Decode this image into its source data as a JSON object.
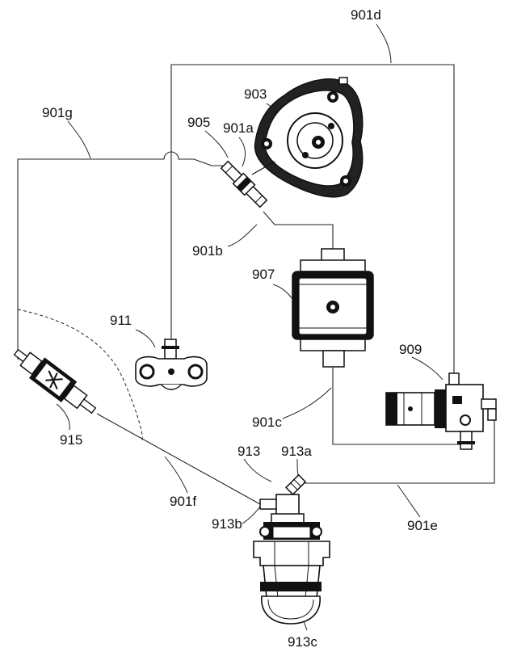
{
  "labels": {
    "l901d": "901d",
    "l903": "903",
    "l905": "905",
    "l901a": "901a",
    "l901g": "901g",
    "l901b": "901b",
    "l907": "907",
    "l911": "911",
    "l909": "909",
    "l915": "915",
    "l901c": "901c",
    "l913": "913",
    "l913a": "913a",
    "l901f": "901f",
    "l913b": "913b",
    "l901e": "901e",
    "l913c": "913c"
  },
  "colors": {
    "line": "#222222",
    "fill_dark": "#1a1a1a",
    "fill_light": "#ffffff"
  }
}
